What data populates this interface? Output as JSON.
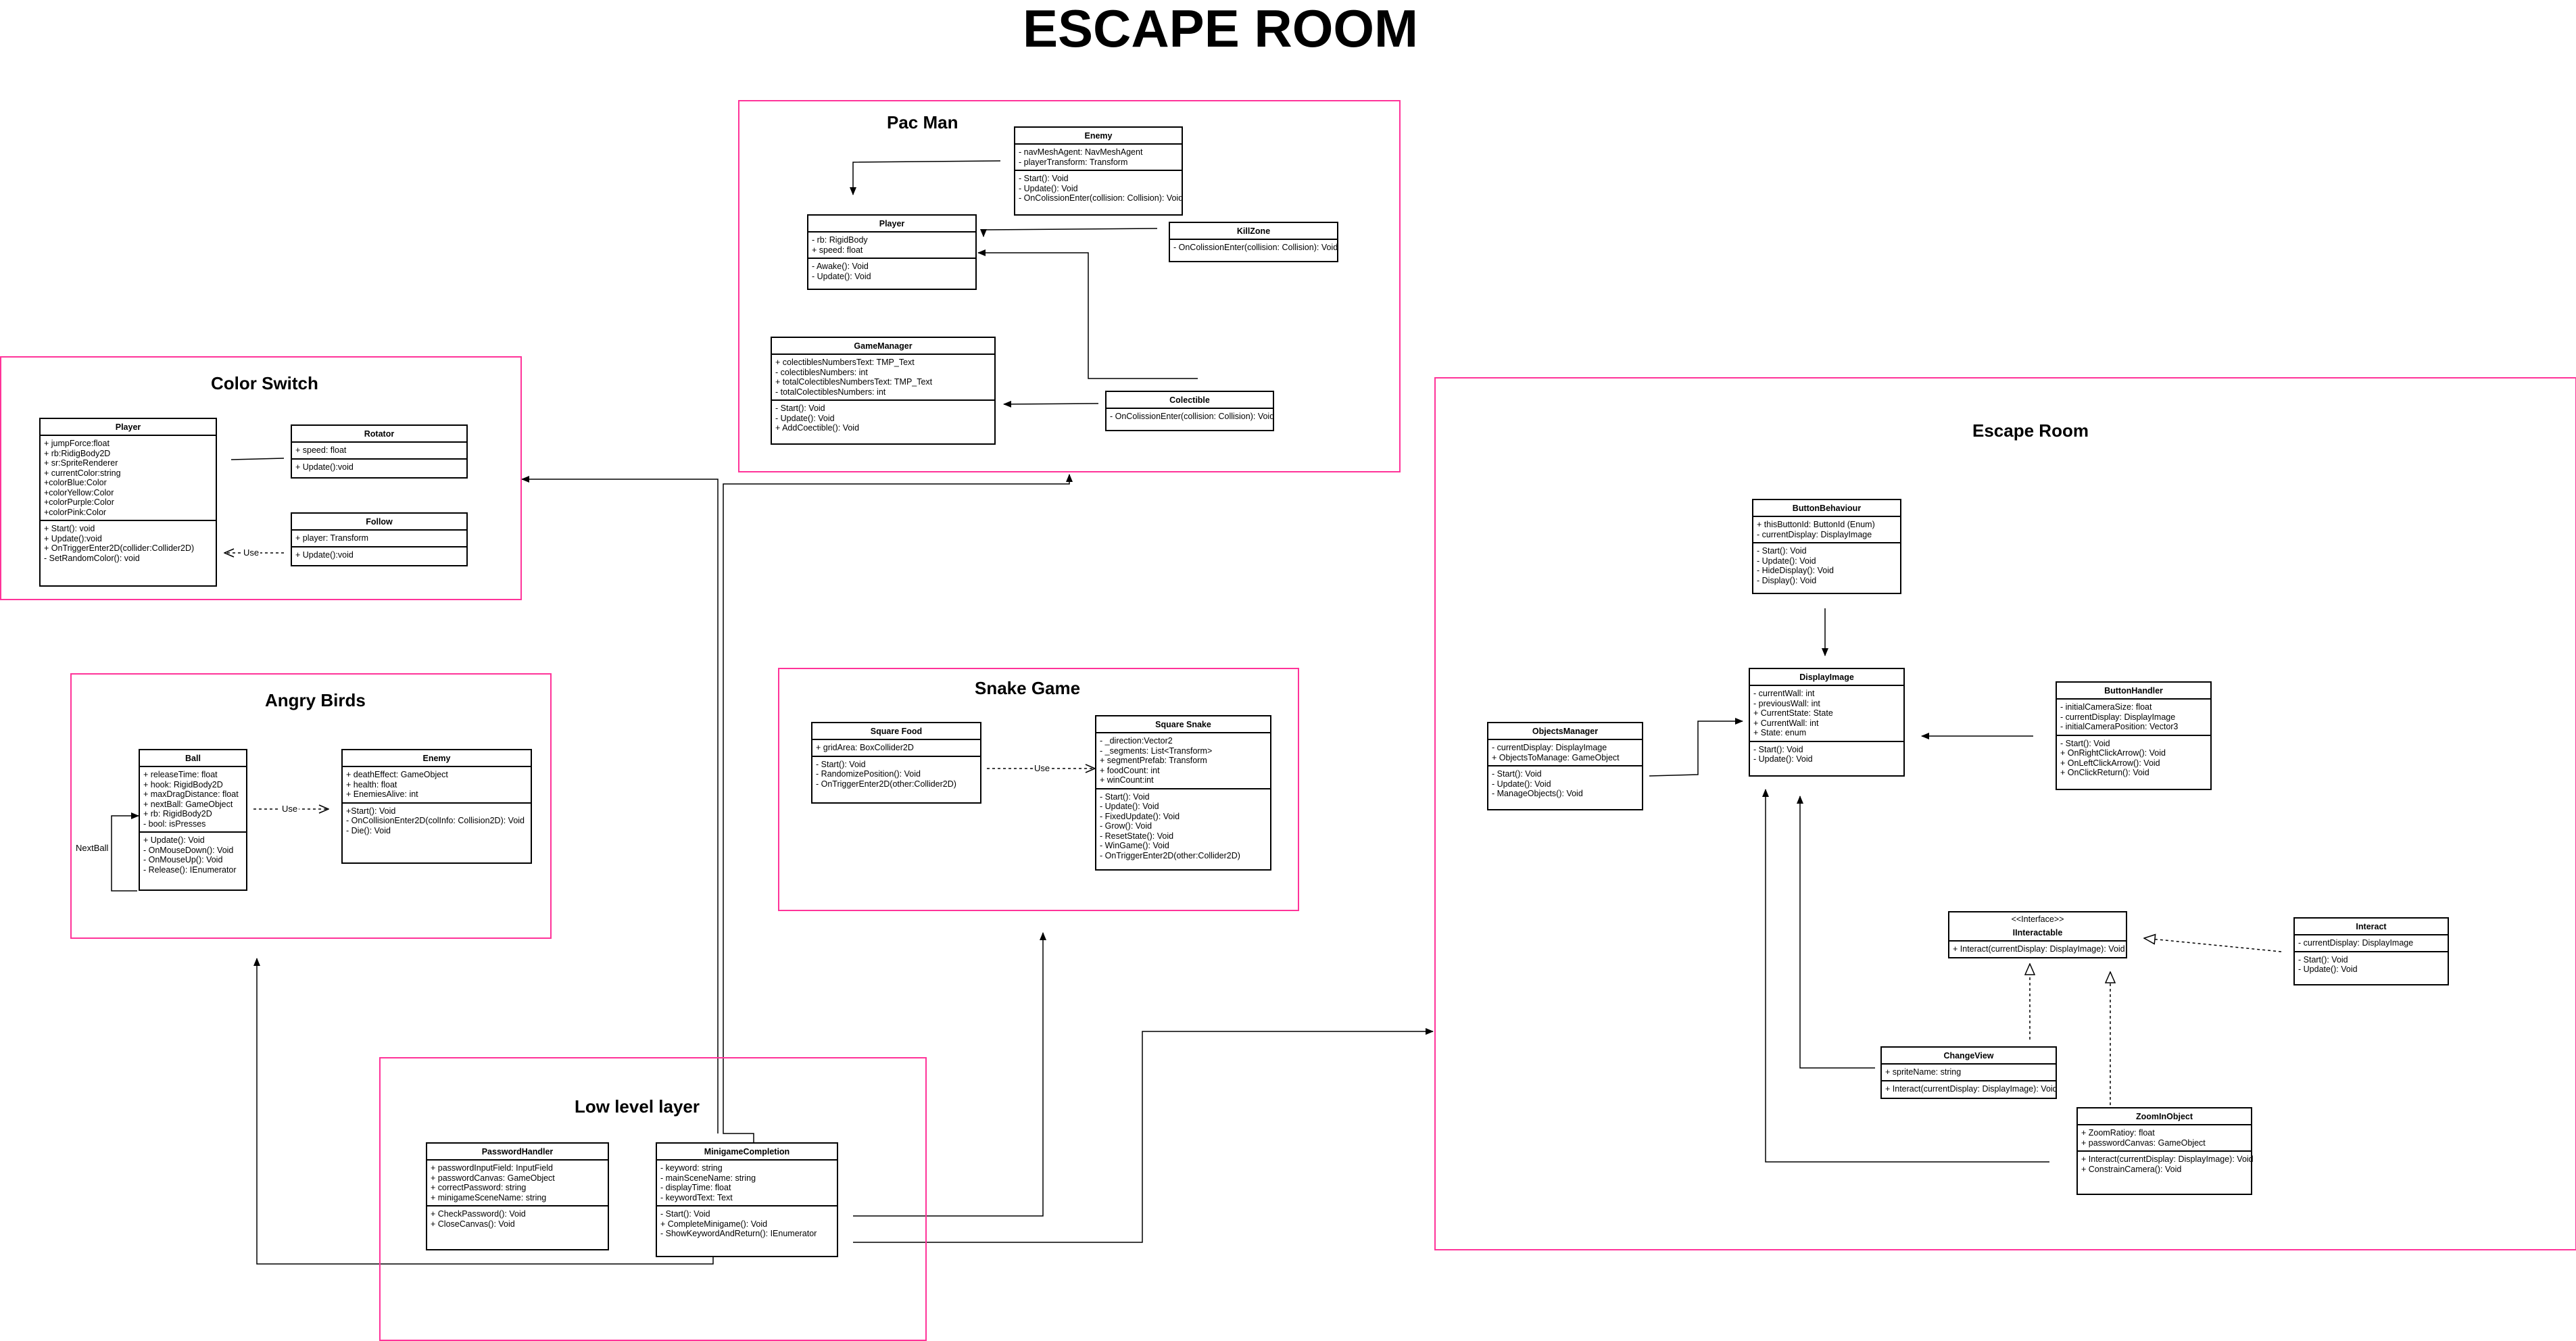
{
  "title": "ESCAPE ROOM",
  "frames": {
    "pacman": "Pac Man",
    "colorswitch": "Color Switch",
    "angrybirds": "Angry Birds",
    "snake": "Snake Game",
    "lowlevel": "Low level layer",
    "escaperoom": "Escape Room"
  },
  "colors": {
    "frame": "#ff3399",
    "line": "#000000"
  },
  "labels": {
    "use": "Use",
    "nextball": "NextBall"
  },
  "classes": {
    "pm_enemy": {
      "name": "Enemy",
      "attrs": [
        "- navMeshAgent: NavMeshAgent",
        "- playerTransform: Transform"
      ],
      "methods": [
        "- Start(): Void",
        "- Update(): Void",
        "- OnColissionEnter(collision: Collision): Void"
      ]
    },
    "pm_player": {
      "name": "Player",
      "attrs": [
        "- rb: RigidBody",
        "+ speed: float"
      ],
      "methods": [
        "- Awake(): Void",
        "- Update(): Void"
      ]
    },
    "pm_killzone": {
      "name": "KillZone",
      "attrs": [
        "- OnColissionEnter(collision: Collision): Void"
      ]
    },
    "pm_gamemanager": {
      "name": "GameManager",
      "attrs": [
        "+ colectiblesNumbersText: TMP_Text",
        "- colectiblesNumbers: int",
        "+ totalColectiblesNumbersText: TMP_Text",
        "- totalColectiblesNumbers: int"
      ],
      "methods": [
        "- Start(): Void",
        "- Update(): Void",
        "+ AddCoectible(): Void"
      ]
    },
    "pm_colectible": {
      "name": "Colectible",
      "attrs": [
        "- OnColissionEnter(collision: Collision): Void"
      ]
    },
    "cs_player": {
      "name": "Player",
      "attrs": [
        "+ jumpForce:float",
        "+ rb:RidigBody2D",
        "+ sr:SpriteRenderer",
        "+ currentColor:string",
        "+colorBlue:Color",
        "+colorYellow:Color",
        "+colorPurple:Color",
        "+colorPink:Color"
      ],
      "methods": [
        "+ Start(): void",
        "+ Update():void",
        "+ OnTriggerEnter2D(collider:Collider2D)",
        "- SetRandomColor(): void"
      ]
    },
    "cs_rotator": {
      "name": "Rotator",
      "attrs": [
        "+ speed: float"
      ],
      "methods": [
        "+ Update():void"
      ]
    },
    "cs_follow": {
      "name": "Follow",
      "attrs": [
        "+ player: Transform"
      ],
      "methods": [
        "+ Update():void"
      ]
    },
    "ab_ball": {
      "name": "Ball",
      "attrs": [
        "+ releaseTime: float",
        "+ hook: RigidBody2D",
        "+ maxDragDistance: float",
        "+ nextBall: GameObject",
        "+ rb: RigidBody2D",
        "- bool: isPresses"
      ],
      "methods": [
        "+ Update(): Void",
        "- OnMouseDown(): Void",
        "- OnMouseUp(): Void",
        "- Release(): IEnumerator"
      ]
    },
    "ab_enemy": {
      "name": "Enemy",
      "attrs": [
        "+ deathEffect: GameObject",
        "+ health: float",
        "+ EnemiesAlive: int"
      ],
      "methods": [
        "+Start(): Void",
        "- OnCollisionEnter2D(colInfo: Collision2D): Void",
        "- Die(): Void"
      ]
    },
    "sg_food": {
      "name": "Square Food",
      "attrs": [
        "+ gridArea: BoxCollider2D"
      ],
      "methods": [
        "- Start(): Void",
        "- RandomizePosition(): Void",
        "- OnTriggerEnter2D(other:Collider2D)"
      ]
    },
    "sg_snake": {
      "name": "Square Snake",
      "attrs": [
        "- _direction:Vector2",
        "- _segments: List<Transform>",
        "+ segmentPrefab: Transform",
        "+ foodCount: int",
        "+ winCount:int"
      ],
      "methods": [
        "- Start(): Void",
        "- Update(): Void",
        "- FixedUpdate(): Void",
        "- Grow(): Void",
        "- ResetState(): Void",
        "- WinGame(): Void",
        "- OnTriggerEnter2D(other:Collider2D)"
      ]
    },
    "ll_password": {
      "name": "PasswordHandler",
      "attrs": [
        "+ passwordInputField: InputField",
        "+ passwordCanvas: GameObject",
        "+ correctPassword: string",
        "+ minigameSceneName: string"
      ],
      "methods": [
        "+ CheckPassword(): Void",
        "+ CloseCanvas(): Void"
      ]
    },
    "ll_minigame": {
      "name": "MinigameCompletion",
      "attrs": [
        "- keyword: string",
        "- mainSceneName: string",
        "- displayTime: float",
        "- keywordText: Text"
      ],
      "methods": [
        "- Start(): Void",
        "+ CompleteMinigame(): Void",
        "- ShowKeywordAndReturn(): IEnumerator"
      ]
    },
    "er_button": {
      "name": "ButtonBehaviour",
      "attrs": [
        "+ thisButtonId: ButtonId (Enum)",
        "- currentDisplay: DisplayImage"
      ],
      "methods": [
        "- Start(): Void",
        "- Update(): Void",
        "- HideDisplay(): Void",
        "- Display(): Void"
      ]
    },
    "er_display": {
      "name": "DisplayImage",
      "attrs": [
        "- currentWall: int",
        "- previousWall: int",
        "+ CurrentState: State",
        "+ CurrentWall: int",
        "+ State: enum"
      ],
      "methods": [
        "- Start(): Void",
        "- Update(): Void"
      ]
    },
    "er_objects": {
      "name": "ObjectsManager",
      "attrs": [
        "- currentDisplay: DisplayImage",
        "+ ObjectsToManage: GameObject"
      ],
      "methods": [
        "- Start(): Void",
        "- Update(): Void",
        "- ManageObjects(): Void"
      ]
    },
    "er_bhandler": {
      "name": "ButtonHandler",
      "attrs": [
        "- initialCameraSize: float",
        "- currentDisplay: DisplayImage",
        "- initialCameraPosition: Vector3"
      ],
      "methods": [
        "- Start(): Void",
        "+ OnRightClickArrow(): Void",
        "+ OnLeftClickArrow(): Void",
        "+ OnClickReturn(): Void"
      ]
    },
    "er_iinteract": {
      "stereotype": "<<Interface>>",
      "name": "IInteractable",
      "attrs": [
        "+ Interact(currentDisplay: DisplayImage): Void"
      ]
    },
    "er_interact": {
      "name": "Interact",
      "attrs": [
        "- currentDisplay: DisplayImage"
      ],
      "methods": [
        "- Start(): Void",
        "- Update(): Void"
      ]
    },
    "er_changeview": {
      "name": "ChangeView",
      "attrs": [
        "+ spriteName: string"
      ],
      "methods": [
        "+ Interact(currentDisplay: DisplayImage): Void"
      ]
    },
    "er_zoom": {
      "name": "ZoomInObject",
      "attrs": [
        "+ ZoomRatioy: float",
        "+ passwordCanvas: GameObject"
      ],
      "methods": [
        "+ Interact(currentDisplay: DisplayImage): Void",
        "+ ConstrainCamera(): Void"
      ]
    }
  }
}
